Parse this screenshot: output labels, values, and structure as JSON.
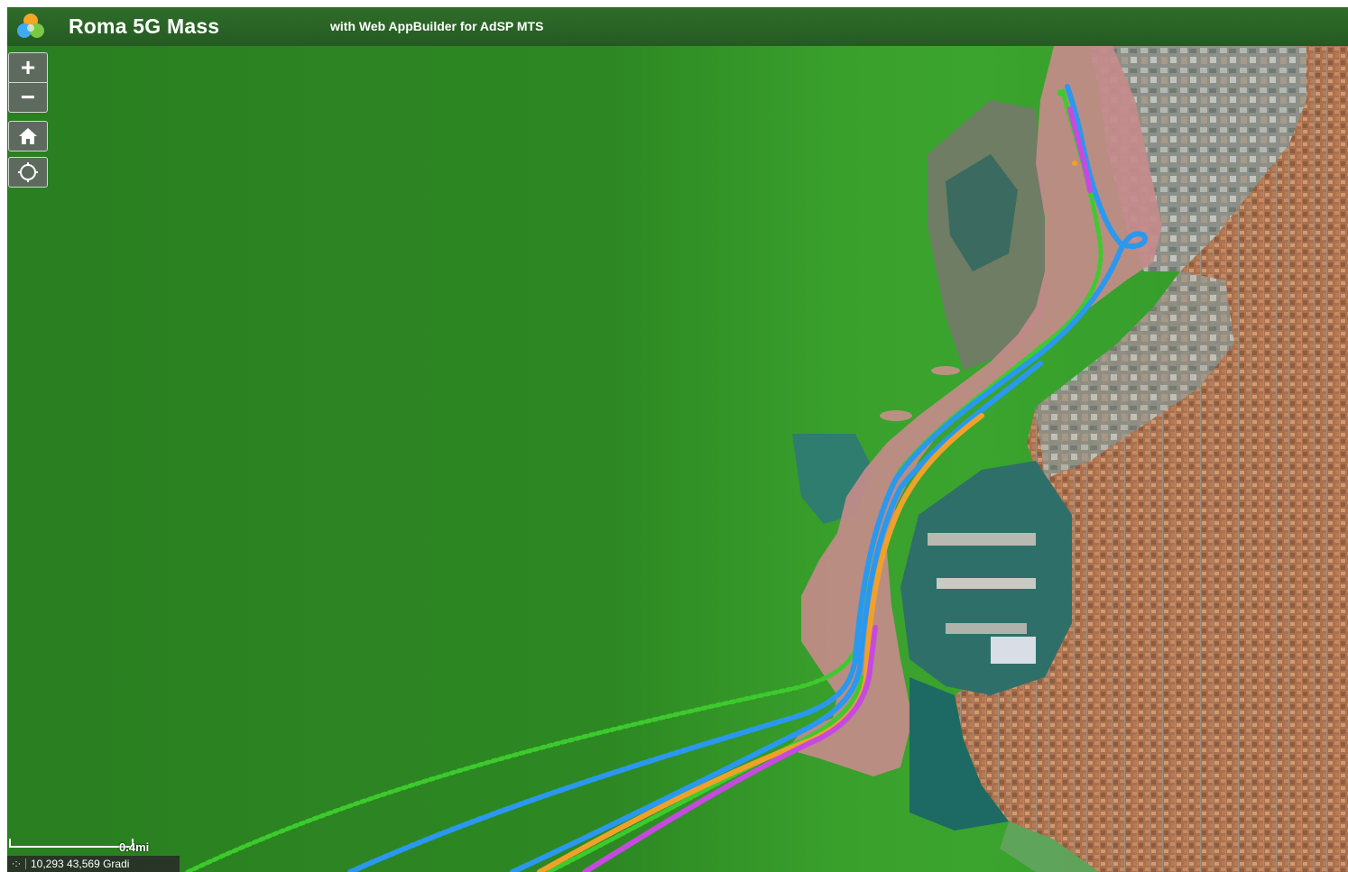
{
  "header": {
    "title": "Roma 5G Mass",
    "subtitle": "with Web AppBuilder for AdSP MTS",
    "logo_icon": "appbuilder-cube-logo-icon"
  },
  "controls": {
    "zoom_in_label": "+",
    "zoom_out_label": "−",
    "home_icon": "home-icon",
    "locate_icon": "locate-icon"
  },
  "scalebar": {
    "label": "0.4mi"
  },
  "coordinates": {
    "text": "10,293 43,569 Gradi"
  },
  "colors": {
    "header_bg": "#2b6426",
    "sea": "#2f8a24",
    "port_zone": "#c48b8a",
    "track_green": "#3ccb2d",
    "track_blue": "#2a98ee",
    "track_orange": "#f0a12a",
    "track_magenta": "#c64ae0"
  }
}
